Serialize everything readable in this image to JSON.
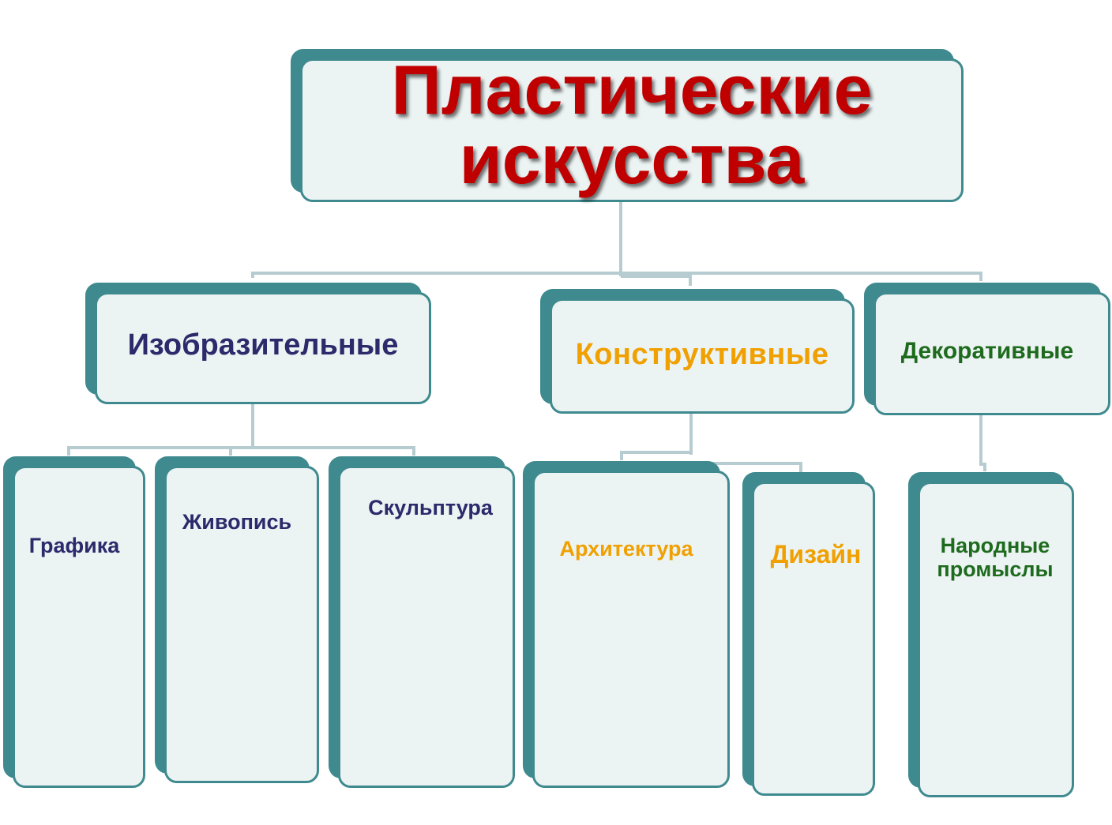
{
  "colors": {
    "teal": "#3f8a8f",
    "box_fill": "#ecf3f3",
    "connector": "#b7ccd0",
    "title_red": "#c00000",
    "navy": "#2b2a6b",
    "orange": "#f0a000",
    "green": "#1e6b1e"
  },
  "root": {
    "line1": "Пластические",
    "line2": "искусства"
  },
  "groups": {
    "fine": {
      "label": "Изобразительные",
      "children": [
        "Графика",
        "Живопись",
        "Скульптура"
      ]
    },
    "constructive": {
      "label": "Конструктивные",
      "children": [
        "Архитектура",
        "Дизайн"
      ]
    },
    "decorative": {
      "label": "Декоративные",
      "children": [
        "Народные промыслы"
      ]
    }
  }
}
